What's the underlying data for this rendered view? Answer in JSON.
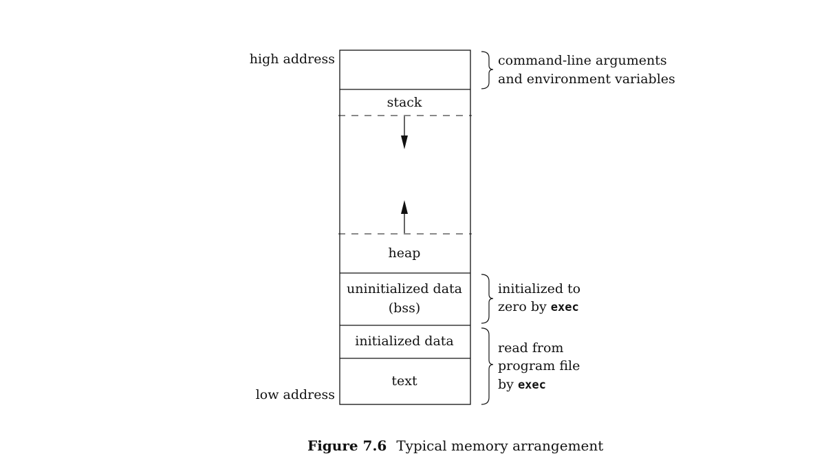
{
  "labels": {
    "high_address": "high address",
    "low_address": "low address"
  },
  "segments": {
    "stack": "stack",
    "heap": "heap",
    "bss_line1": "uninitialized data",
    "bss_line2": "(bss)",
    "initialized_data": "initialized data",
    "text": "text"
  },
  "annotations": {
    "args_line1": "command-line arguments",
    "args_line2": "and environment variables",
    "bss_line1": "initialized to",
    "bss_line2_prefix": "zero by ",
    "bss_line2_code": "exec",
    "program_line1": "read from",
    "program_line2": "program file",
    "program_line3_prefix": "by ",
    "program_line3_code": "exec"
  },
  "caption": {
    "label": "Figure 7.6",
    "text": "Typical memory arrangement"
  }
}
